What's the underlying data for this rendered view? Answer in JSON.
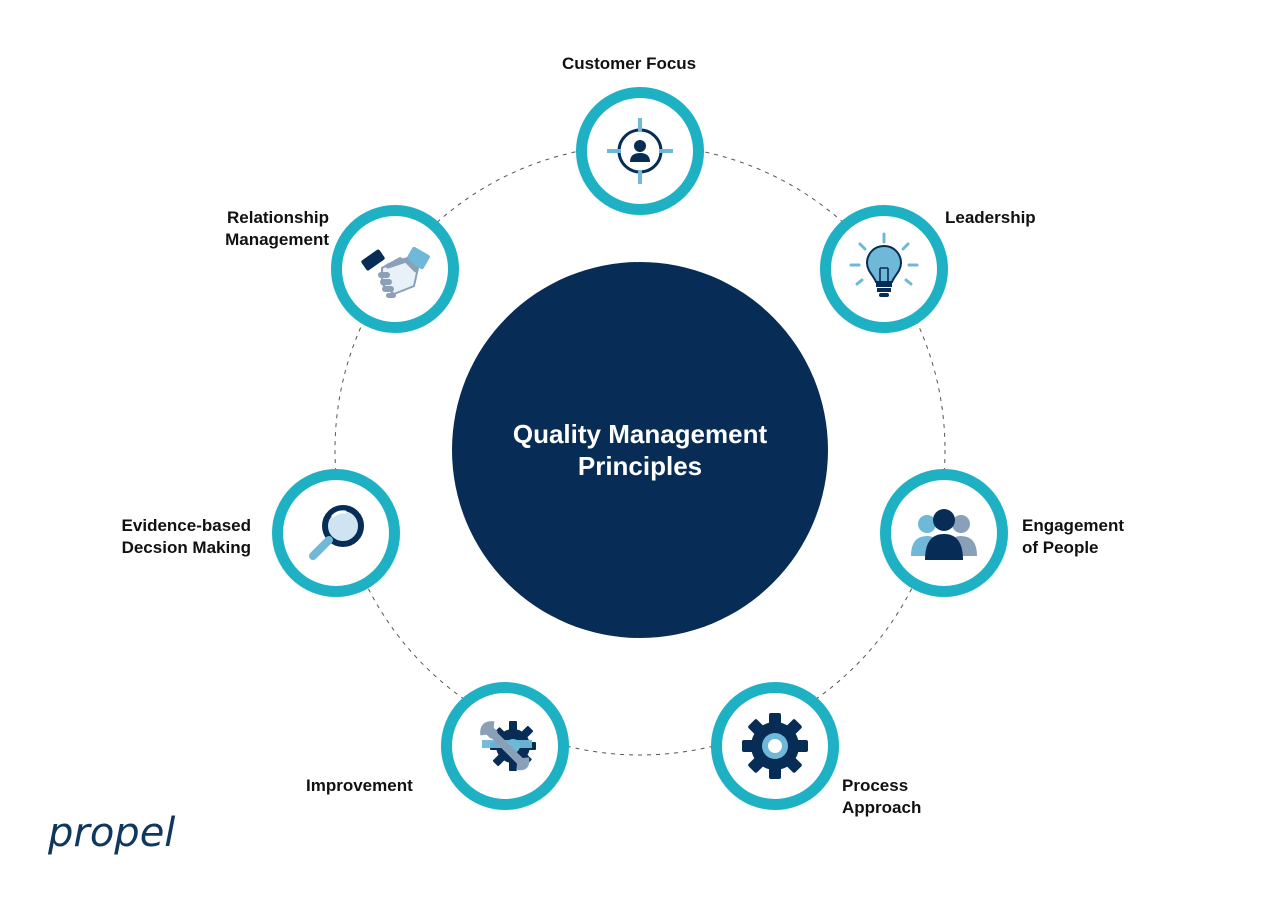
{
  "title": {
    "line1": "Quality Management",
    "line2": "Principles"
  },
  "nodes": [
    {
      "id": "customer-focus",
      "label_lines": [
        "Customer Focus"
      ],
      "icon": "target-person-icon"
    },
    {
      "id": "leadership",
      "label_lines": [
        "Leadership"
      ],
      "icon": "lightbulb-icon"
    },
    {
      "id": "engagement-of-people",
      "label_lines": [
        "Engagement",
        "of People"
      ],
      "icon": "people-group-icon"
    },
    {
      "id": "process-approach",
      "label_lines": [
        "Process",
        "Approach"
      ],
      "icon": "gear-icon"
    },
    {
      "id": "improvement",
      "label_lines": [
        "Improvement"
      ],
      "icon": "wrench-gear-icon"
    },
    {
      "id": "evidence-based-decision-making",
      "label_lines": [
        "Evidence-based",
        "Decsion Making"
      ],
      "icon": "magnifier-icon"
    },
    {
      "id": "relationship-management",
      "label_lines": [
        "Relationship",
        "Management"
      ],
      "icon": "handshake-icon"
    }
  ],
  "logo": {
    "text": "propel"
  },
  "colors": {
    "navy": "#072c55",
    "teal": "#1eb1c4",
    "light_blue": "#6fb8d8",
    "gray_blue": "#8aa0b8"
  }
}
